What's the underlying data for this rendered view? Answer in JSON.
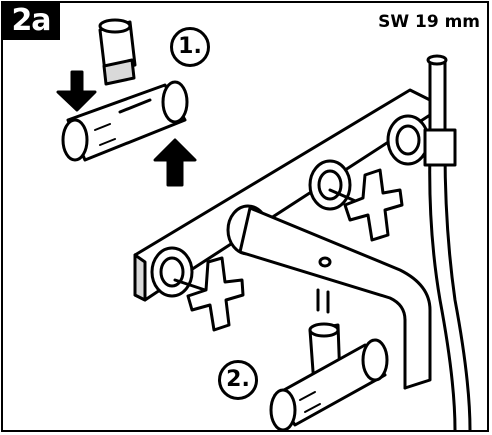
{
  "badge": {
    "text": "2a"
  },
  "spec": {
    "text": "SW 19 mm"
  },
  "steps": [
    {
      "label": "1."
    },
    {
      "label": "2."
    }
  ],
  "colors": {
    "line": "#000000",
    "fill": "#ffffff",
    "shade": "#d9d9d9"
  }
}
